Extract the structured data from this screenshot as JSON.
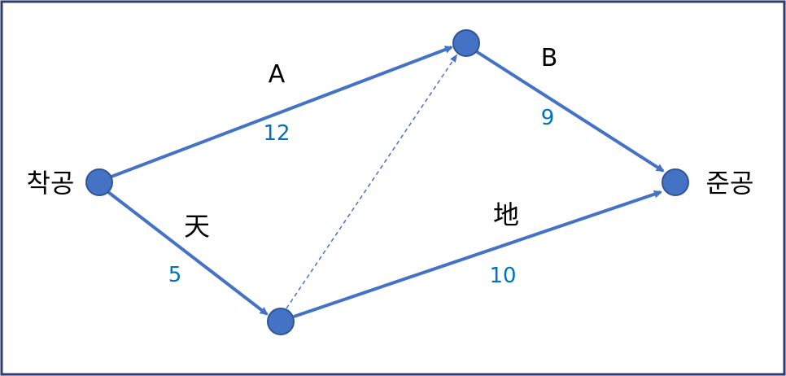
{
  "colors": {
    "node_fill": "#4472C4",
    "node_stroke": "#2F5597",
    "edge": "#4472C4",
    "duration": "#0070C0",
    "label": "#000000",
    "border": "#2F3B6E"
  },
  "nodes": {
    "start": {
      "label": "착공"
    },
    "top": {
      "label": ""
    },
    "bottom": {
      "label": ""
    },
    "end": {
      "label": "준공"
    }
  },
  "edges": {
    "a": {
      "name": "A",
      "duration": "12"
    },
    "b": {
      "name": "B",
      "duration": "9"
    },
    "heaven": {
      "name": "天",
      "duration": "5"
    },
    "earth": {
      "name": "地",
      "duration": "10"
    },
    "dummy": {
      "name": "",
      "duration": ""
    }
  }
}
